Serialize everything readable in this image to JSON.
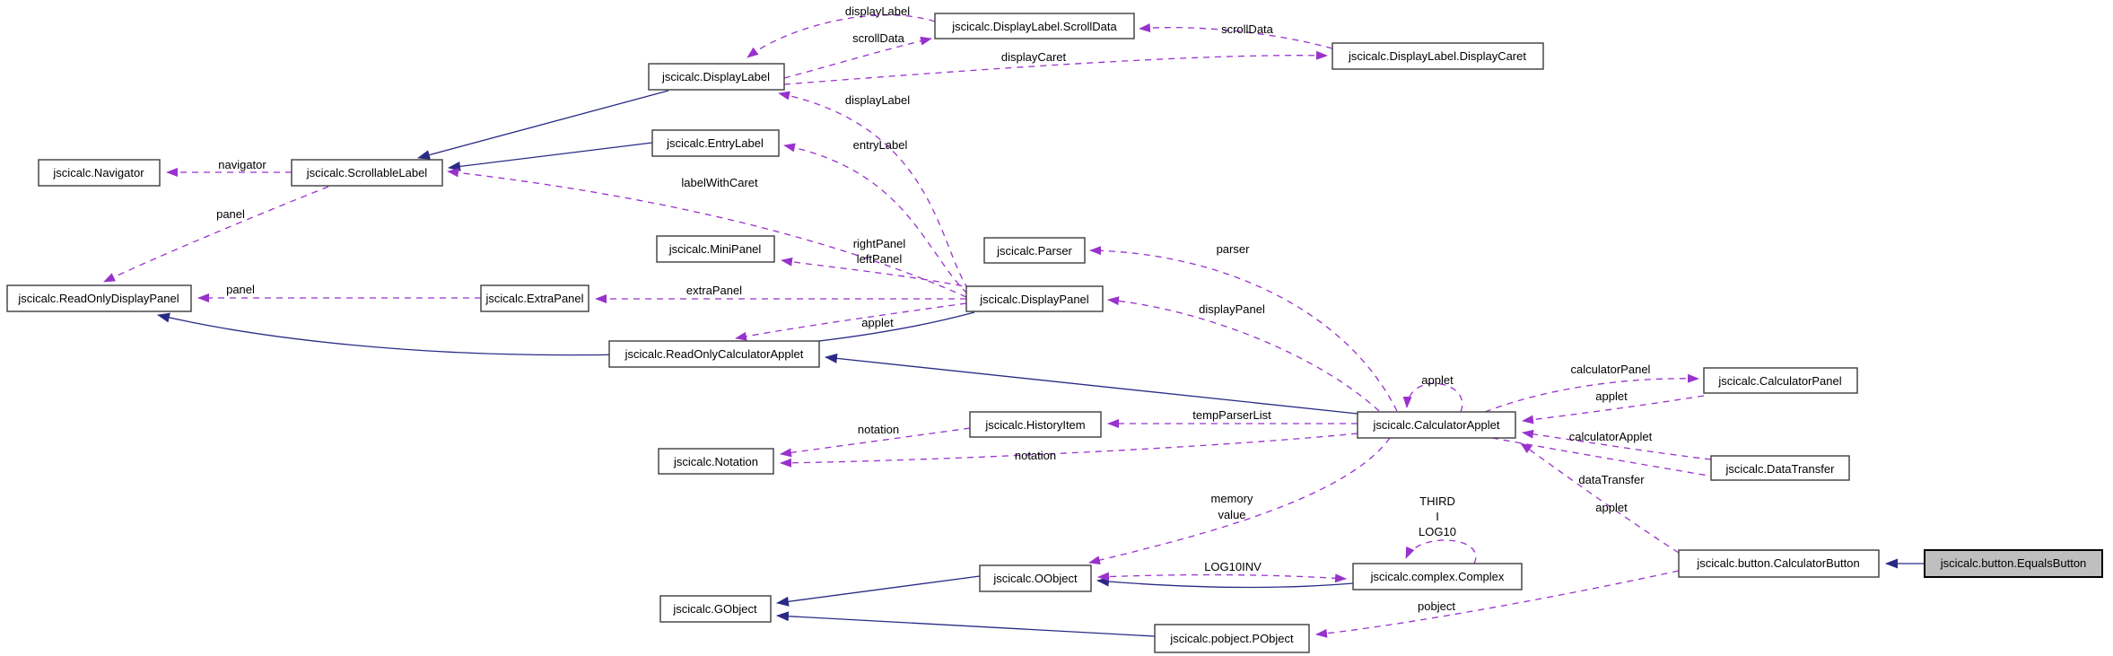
{
  "diagram_type": "collaboration-graph",
  "colors": {
    "inheritance_edge": "#2a2a86",
    "usage_edge": "#9932cc",
    "node_border": "#3c3c3c",
    "node_fill": "#ffffff",
    "highlight_fill": "#bfbfbf",
    "text": "#000000",
    "background": "#ffffff"
  },
  "nodes": [
    {
      "id": "navigator",
      "label": "jscicalc.Navigator",
      "highlighted": false
    },
    {
      "id": "scrollable-label",
      "label": "jscicalc.ScrollableLabel",
      "highlighted": false
    },
    {
      "id": "display-label",
      "label": "jscicalc.DisplayLabel",
      "highlighted": false
    },
    {
      "id": "entry-label",
      "label": "jscicalc.EntryLabel",
      "highlighted": false
    },
    {
      "id": "mini-panel",
      "label": "jscicalc.MiniPanel",
      "highlighted": false
    },
    {
      "id": "scroll-data",
      "label": "jscicalc.DisplayLabel.ScrollData",
      "highlighted": false
    },
    {
      "id": "display-caret",
      "label": "jscicalc.DisplayLabel.DisplayCaret",
      "highlighted": false
    },
    {
      "id": "read-only-display-panel",
      "label": "jscicalc.ReadOnlyDisplayPanel",
      "highlighted": false
    },
    {
      "id": "extra-panel",
      "label": "jscicalc.ExtraPanel",
      "highlighted": false
    },
    {
      "id": "parser",
      "label": "jscicalc.Parser",
      "highlighted": false
    },
    {
      "id": "display-panel",
      "label": "jscicalc.DisplayPanel",
      "highlighted": false
    },
    {
      "id": "read-only-calculator-applet",
      "label": "jscicalc.ReadOnlyCalculatorApplet",
      "highlighted": false
    },
    {
      "id": "history-item",
      "label": "jscicalc.HistoryItem",
      "highlighted": false
    },
    {
      "id": "notation",
      "label": "jscicalc.Notation",
      "highlighted": false
    },
    {
      "id": "calculator-applet",
      "label": "jscicalc.CalculatorApplet",
      "highlighted": false
    },
    {
      "id": "calculator-panel",
      "label": "jscicalc.CalculatorPanel",
      "highlighted": false
    },
    {
      "id": "data-transfer",
      "label": "jscicalc.DataTransfer",
      "highlighted": false
    },
    {
      "id": "calculator-button",
      "label": "jscicalc.button.CalculatorButton",
      "highlighted": false
    },
    {
      "id": "equals-button",
      "label": "jscicalc.button.EqualsButton",
      "highlighted": true
    },
    {
      "id": "oobject",
      "label": "jscicalc.OObject",
      "highlighted": false
    },
    {
      "id": "complex",
      "label": "jscicalc.complex.Complex",
      "highlighted": false
    },
    {
      "id": "gobject",
      "label": "jscicalc.GObject",
      "highlighted": false
    },
    {
      "id": "pobject",
      "label": "jscicalc.pobject.PObject",
      "highlighted": false
    }
  ],
  "edges": [
    {
      "from": "jscicalc.DisplayLabel.ScrollData",
      "to": "jscicalc.DisplayLabel",
      "kind": "usage",
      "label": [
        "displayLabel"
      ]
    },
    {
      "from": "jscicalc.DisplayLabel",
      "to": "jscicalc.DisplayLabel.ScrollData",
      "kind": "usage",
      "label": [
        "scrollData"
      ]
    },
    {
      "from": "jscicalc.DisplayLabel.DisplayCaret",
      "to": "jscicalc.DisplayLabel.ScrollData",
      "kind": "usage",
      "label": [
        "scrollData"
      ]
    },
    {
      "from": "jscicalc.DisplayLabel",
      "to": "jscicalc.DisplayLabel.DisplayCaret",
      "kind": "usage",
      "label": [
        "displayCaret"
      ]
    },
    {
      "from": "jscicalc.DisplayPanel",
      "to": "jscicalc.DisplayLabel",
      "kind": "usage",
      "label": [
        "displayLabel"
      ]
    },
    {
      "from": "jscicalc.DisplayPanel",
      "to": "jscicalc.EntryLabel",
      "kind": "usage",
      "label": [
        "entryLabel"
      ]
    },
    {
      "from": "jscicalc.DisplayPanel",
      "to": "jscicalc.ScrollableLabel",
      "kind": "usage",
      "label": [
        "labelWithCaret"
      ]
    },
    {
      "from": "jscicalc.ScrollableLabel",
      "to": "jscicalc.Navigator",
      "kind": "usage",
      "label": [
        "navigator"
      ]
    },
    {
      "from": "jscicalc.ScrollableLabel",
      "to": "jscicalc.ReadOnlyDisplayPanel",
      "kind": "usage",
      "label": [
        "panel"
      ]
    },
    {
      "from": "jscicalc.ExtraPanel",
      "to": "jscicalc.ReadOnlyDisplayPanel",
      "kind": "usage",
      "label": [
        "panel"
      ]
    },
    {
      "from": "jscicalc.DisplayPanel",
      "to": "jscicalc.ExtraPanel",
      "kind": "usage",
      "label": [
        "extraPanel"
      ]
    },
    {
      "from": "jscicalc.DisplayPanel",
      "to": "jscicalc.MiniPanel",
      "kind": "usage",
      "label": [
        "rightPanel",
        "leftPanel"
      ]
    },
    {
      "from": "jscicalc.DisplayPanel",
      "to": "jscicalc.ReadOnlyCalculatorApplet",
      "kind": "usage",
      "label": [
        "applet"
      ]
    },
    {
      "from": "jscicalc.CalculatorApplet",
      "to": "jscicalc.Parser",
      "kind": "usage",
      "label": [
        "parser"
      ]
    },
    {
      "from": "jscicalc.CalculatorApplet",
      "to": "jscicalc.DisplayPanel",
      "kind": "usage",
      "label": [
        "displayPanel"
      ]
    },
    {
      "from": "jscicalc.CalculatorApplet",
      "to": "jscicalc.HistoryItem",
      "kind": "usage",
      "label": [
        "tempParserList"
      ]
    },
    {
      "from": "jscicalc.HistoryItem",
      "to": "jscicalc.Notation",
      "kind": "usage",
      "label": [
        "notation"
      ]
    },
    {
      "from": "jscicalc.CalculatorApplet",
      "to": "jscicalc.Notation",
      "kind": "usage",
      "label": [
        "notation"
      ]
    },
    {
      "from": "jscicalc.CalculatorApplet",
      "to": "jscicalc.CalculatorApplet",
      "kind": "usage",
      "label": [
        "applet"
      ]
    },
    {
      "from": "jscicalc.CalculatorApplet",
      "to": "jscicalc.CalculatorPanel",
      "kind": "usage",
      "label": [
        "calculatorPanel"
      ]
    },
    {
      "from": "jscicalc.CalculatorPanel",
      "to": "jscicalc.CalculatorApplet",
      "kind": "usage",
      "label": [
        "applet"
      ]
    },
    {
      "from": "jscicalc.DataTransfer",
      "to": "jscicalc.CalculatorApplet",
      "kind": "usage",
      "label": [
        "calculatorApplet"
      ]
    },
    {
      "from": "jscicalc.CalculatorApplet",
      "to": "jscicalc.DataTransfer",
      "kind": "usage",
      "label": [
        "dataTransfer"
      ]
    },
    {
      "from": "jscicalc.button.CalculatorButton",
      "to": "jscicalc.CalculatorApplet",
      "kind": "usage",
      "label": [
        "applet"
      ]
    },
    {
      "from": "jscicalc.CalculatorApplet",
      "to": "jscicalc.OObject",
      "kind": "usage",
      "label": [
        "memory",
        "value"
      ]
    },
    {
      "from": "jscicalc.complex.Complex",
      "to": "jscicalc.complex.Complex",
      "kind": "usage",
      "label": [
        "THIRD",
        "I",
        "LOG10"
      ]
    },
    {
      "from": "jscicalc.OObject",
      "to": "jscicalc.complex.Complex",
      "kind": "usage",
      "label": [
        "LOG10INV"
      ]
    },
    {
      "from": "jscicalc.button.CalculatorButton",
      "to": "jscicalc.pobject.PObject",
      "kind": "usage",
      "label": [
        "pobject"
      ]
    },
    {
      "from": "jscicalc.DisplayLabel",
      "to": "jscicalc.ScrollableLabel",
      "kind": "inheritance",
      "label": []
    },
    {
      "from": "jscicalc.EntryLabel",
      "to": "jscicalc.ScrollableLabel",
      "kind": "inheritance",
      "label": []
    },
    {
      "from": "jscicalc.DisplayPanel",
      "to": "jscicalc.ReadOnlyDisplayPanel",
      "kind": "inheritance",
      "label": []
    },
    {
      "from": "jscicalc.CalculatorApplet",
      "to": "jscicalc.ReadOnlyCalculatorApplet",
      "kind": "inheritance",
      "label": []
    },
    {
      "from": "jscicalc.button.EqualsButton",
      "to": "jscicalc.button.CalculatorButton",
      "kind": "inheritance",
      "label": []
    },
    {
      "from": "jscicalc.complex.Complex",
      "to": "jscicalc.OObject",
      "kind": "inheritance",
      "label": []
    },
    {
      "from": "jscicalc.OObject",
      "to": "jscicalc.GObject",
      "kind": "inheritance",
      "label": []
    },
    {
      "from": "jscicalc.pobject.PObject",
      "to": "jscicalc.GObject",
      "kind": "inheritance",
      "label": []
    }
  ]
}
